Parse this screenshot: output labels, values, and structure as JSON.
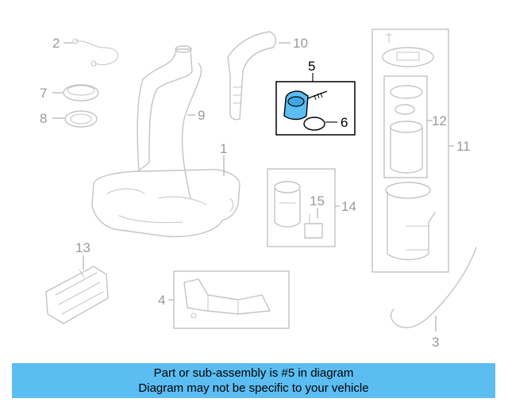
{
  "highlight_color": "#5bbdf2",
  "callouts": {
    "c1": "1",
    "c2": "2",
    "c3": "3",
    "c4": "4",
    "c5": "5",
    "c6": "6",
    "c7": "7",
    "c8": "8",
    "c9": "9",
    "c10": "10",
    "c11": "11",
    "c12": "12",
    "c13": "13",
    "c14": "14",
    "c15": "15"
  },
  "banner": {
    "line1": "Part or sub-assembly is #5 in diagram",
    "line2": "Diagram may not be specific to your vehicle"
  }
}
